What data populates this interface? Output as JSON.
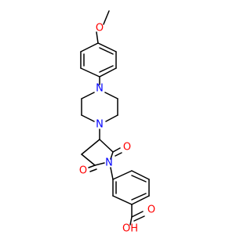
{
  "molecule": {
    "atoms": {
      "o_methoxy": {
        "label": "O",
        "color": "#ff0000"
      },
      "n_pip_top": {
        "label": "N",
        "color": "#0000ff"
      },
      "n_pip_bottom": {
        "label": "N",
        "color": "#0000ff"
      },
      "o_upper_carbonyl": {
        "label": "O",
        "color": "#ff0000"
      },
      "o_lower_carbonyl": {
        "label": "O",
        "color": "#ff0000"
      },
      "n_imide": {
        "label": "N",
        "color": "#0000ff"
      },
      "o_acid_double": {
        "label": "O",
        "color": "#ff0000"
      },
      "oh_acid": {
        "label": "OH",
        "color": "#ff0000"
      }
    },
    "bond_color": "#000000"
  }
}
